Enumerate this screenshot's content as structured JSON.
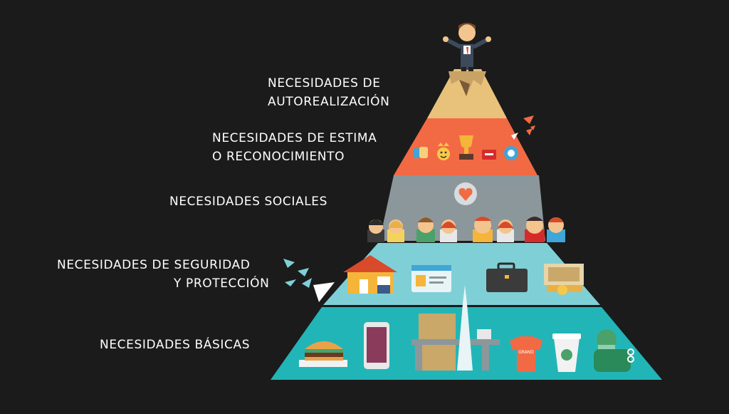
{
  "levels": [
    {
      "id": "autorealizacion",
      "lines": [
        "NECESIDADES DE",
        "AUTOREALIZACIÓN"
      ],
      "color": "#e8c27a"
    },
    {
      "id": "estima",
      "lines": [
        "NECESIDADES DE ESTIMA",
        "O RECONOCIMIENTO"
      ],
      "color": "#f26a44"
    },
    {
      "id": "sociales",
      "lines": [
        "NECESIDADES SOCIALES"
      ],
      "color": "#8c979c"
    },
    {
      "id": "seguridad",
      "lines": [
        "NECESIDADES DE SEGURIDAD",
        "Y PROTECCIÓN"
      ],
      "color": "#7fd0d6"
    },
    {
      "id": "basicas",
      "lines": [
        "NECESIDADES BÁSICAS"
      ],
      "color": "#22b5b8"
    }
  ],
  "shirt_text": "GRAND",
  "background": "#1b1b1b"
}
